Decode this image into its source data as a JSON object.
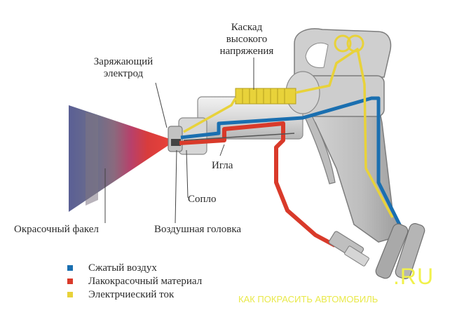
{
  "labels": {
    "cascade_line1": "Каскад",
    "cascade_line2": "высокого",
    "cascade_line3": "напряжения",
    "electrode_line1": "Заряжающий",
    "electrode_line2": "электрод",
    "needle": "Игла",
    "nozzle": "Сопло",
    "spray_fan": "Окрасочный  факел",
    "air_cap": "Воздушная головка"
  },
  "legend": [
    {
      "label": "Сжатый воздух",
      "color": "#1a6fb0"
    },
    {
      "label": "Лакокрасочный материал",
      "color": "#d93a2a"
    },
    {
      "label": "Электрчиеский ток",
      "color": "#e8d23a"
    }
  ],
  "watermark": {
    "domain": ".RU",
    "caption": "КАК ПОКРАСИТЬ АВТОМОБИЛЬ"
  },
  "colors": {
    "air": "#1a6fb0",
    "paint": "#d93a2a",
    "current": "#e8d23a",
    "body_gray": "#c9c9c9",
    "body_dark": "#8f8f8f",
    "watermark": "#f1f14a"
  }
}
